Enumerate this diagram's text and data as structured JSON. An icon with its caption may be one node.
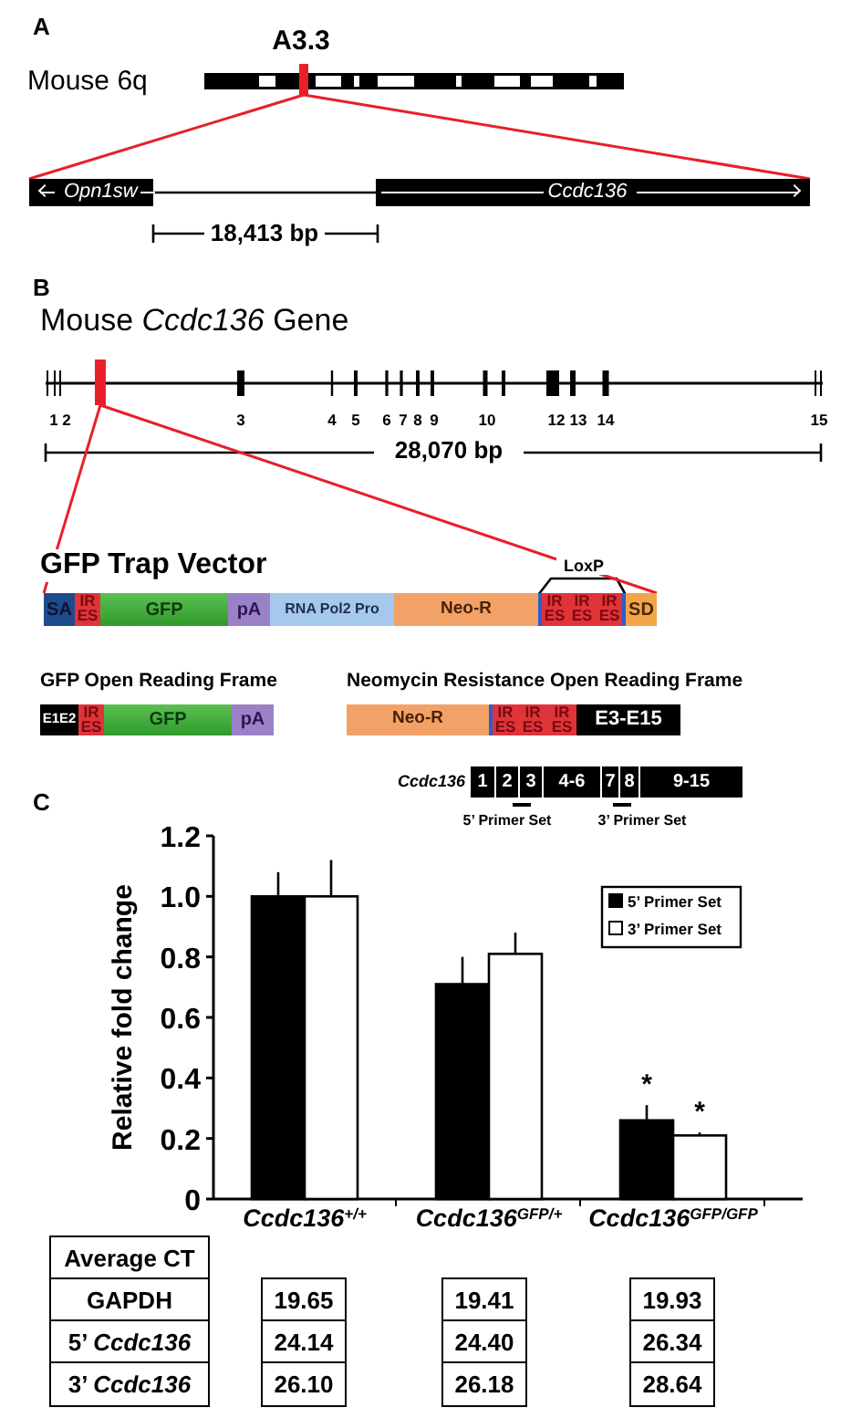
{
  "diagram": {
    "nodes": [
      {
        "text": [],
        "shape": "bar"
      },
      {
        "text": [
          "Opn1sw"
        ]
      },
      {
        "text": [
          "Ccdc136"
        ]
      },
      {
        "text": [],
        "shape": "bar"
      },
      {
        "text": [
          "SA"
        ]
      },
      {
        "text": [
          "IR ES"
        ]
      },
      {
        "text": [
          "GFP"
        ]
      },
      {
        "text": [
          "pA"
        ]
      },
      {
        "text": [
          "RNA Pol2 Pro"
        ]
      },
      {
        "text": [
          "Neo-R"
        ]
      },
      {
        "text": [
          "IR ES"
        ]
      },
      {
        "text": [
          "IR ES"
        ]
      },
      {
        "text": [
          "IR ES"
        ]
      },
      {
        "text": [
          "SD"
        ]
      },
      {
        "text": [
          "E1E2"
        ]
      },
      {
        "text": [
          "IR ES"
        ]
      },
      {
        "text": [
          "GFP"
        ]
      },
      {
        "text": [
          "pA"
        ]
      },
      {
        "text": [
          "Neo-R"
        ]
      },
      {
        "text": [
          "IR ES"
        ]
      },
      {
        "text": [
          "IR ES"
        ]
      },
      {
        "text": [
          "IR ES"
        ]
      },
      {
        "text": [
          "E3-E15"
        ]
      },
      {
        "text": [
          "1"
        ]
      },
      {
        "text": [
          "2"
        ]
      },
      {
        "text": [
          "3"
        ]
      },
      {
        "text": [
          "4-6"
        ]
      },
      {
        "text": [
          "7"
        ]
      },
      {
        "text": [
          "8"
        ]
      },
      {
        "text": [
          "9-15"
        ]
      }
    ],
    "edges": [
      {
        "from": 0,
        "to": 1,
        "arrow": "none",
        "color": "#e8202a"
      },
      {
        "from": 0,
        "to": 2,
        "arrow": "none",
        "color": "#e8202a"
      },
      {
        "from": 3,
        "to": 4,
        "arrow": "none",
        "color": "#e8202a"
      },
      {
        "from": 3,
        "to": 13,
        "arrow": "none",
        "color": "#e8202a"
      },
      {
        "from": 1,
        "to": 2,
        "arrow": "none",
        "color": "#000000"
      }
    ],
    "labels": [
      "A",
      "A3.3",
      "Mouse 6q",
      "18,413 bp",
      "B",
      "Mouse *Ccdc136* Gene",
      "1 2",
      "3",
      "4",
      "5",
      "6",
      "7",
      "8",
      "9",
      "10",
      "12",
      "13",
      "14",
      "15",
      "28,070 bp",
      "GFP Trap Vector",
      "LoxP",
      "GFP Open Reading Frame",
      "Neomycin Resistance Open Reading Frame",
      "C",
      "Ccdc136",
      "5’ Primer Set",
      "3’ Primer Set",
      "Average CT",
      "GAPDH",
      "19.65",
      "19.41",
      "19.93",
      "5’ *Ccdc136*",
      "24.14",
      "24.40",
      "26.34",
      "3’ *Ccdc136*",
      "26.10",
      "26.18",
      "28.64",
      "*",
      "*"
    ],
    "chart_data": {
      "type": "bar",
      "ylabel": "Relative fold change",
      "categories": [
        "Ccdc136$^{+/+}$",
        "Ccdc136$^{GFP/+}$",
        "Ccdc136$^{GFP/GFP}$"
      ],
      "series": [
        {
          "name": "5’ Primer Set",
          "color": "#000000",
          "values": [
            1.0,
            0.71,
            0.26
          ]
        },
        {
          "name": "3’ Primer Set",
          "color": "#ffffff",
          "values": [
            1.0,
            0.81,
            0.21
          ]
        }
      ],
      "ylim": [
        0,
        1.2
      ],
      "yticks": [
        0,
        0.2,
        0.4,
        0.6,
        0.8,
        {
          "value": 1,
          "label": "1.0"
        },
        1.2
      ],
      "legend": "upper right"
    }
  }
}
